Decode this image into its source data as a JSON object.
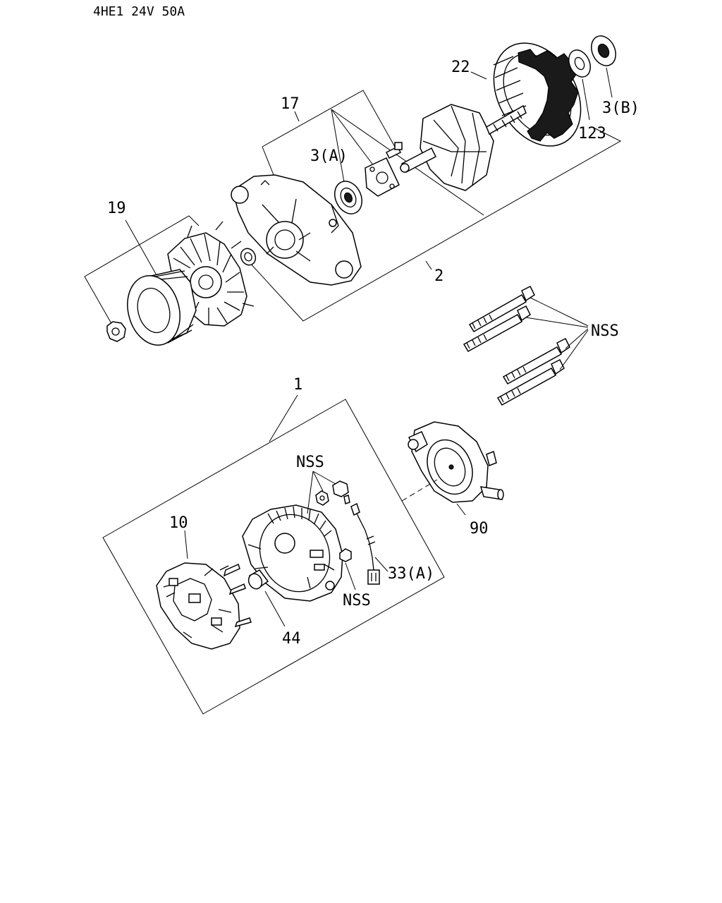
{
  "title": "4HE1 24V 50A",
  "labels": {
    "l22": "22",
    "l17": "17",
    "l3a": "3(A)",
    "l3b": "3(B)",
    "l123": "123",
    "l19": "19",
    "l2": "2",
    "lnss_bolts": "NSS",
    "l1": "1",
    "lnss_top": "NSS",
    "l10": "10",
    "l90": "90",
    "l33a": "33(A)",
    "lnss_nut": "NSS",
    "l44": "44"
  }
}
